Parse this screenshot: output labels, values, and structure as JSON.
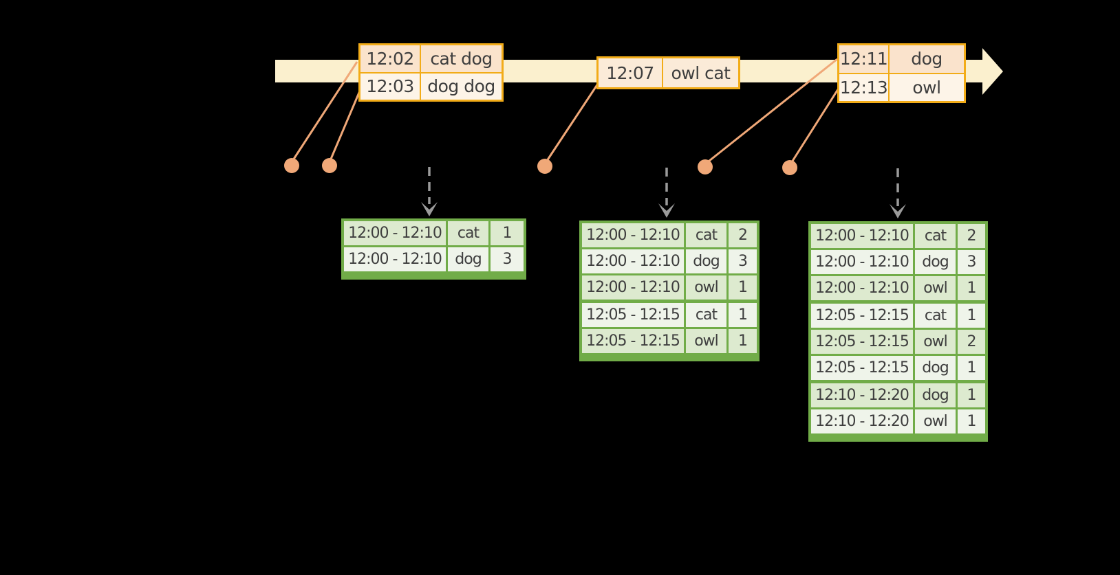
{
  "palette": {
    "background": "#000000",
    "timeline-fill": "#FBF0CE",
    "event-border": "#F2AC18",
    "event-row-peach": "#FAE3CC",
    "event-row-mid": "#FBEBD8",
    "event-row-cream": "#FDF4E8",
    "connector-orange": "#F0A878",
    "arrow-gray": "#9B9B9B",
    "result-border": "#71AC48",
    "result-row-dark": "#DDEACF",
    "result-row-light": "#EFF4EA",
    "text": "#3E3E3E"
  },
  "icons": {
    "timeline_arrowhead": "right-arrow",
    "trigger_arrow": "dashed-down-arrow",
    "event_marker": "dot"
  },
  "event_tables": [
    {
      "rows": [
        {
          "time": "12:02",
          "words": "cat dog"
        },
        {
          "time": "12:03",
          "words": "dog dog"
        }
      ]
    },
    {
      "rows": [
        {
          "time": "12:07",
          "words": "owl cat"
        }
      ]
    },
    {
      "rows": [
        {
          "time": "12:11",
          "words": "dog"
        },
        {
          "time": "12:13",
          "words": "owl"
        }
      ]
    }
  ],
  "result_tables": [
    {
      "rows": [
        {
          "window": "12:00 - 12:10",
          "word": "cat",
          "count": "1"
        },
        {
          "window": "12:00 - 12:10",
          "word": "dog",
          "count": "3"
        }
      ]
    },
    {
      "rows": [
        {
          "window": "12:00 - 12:10",
          "word": "cat",
          "count": "2"
        },
        {
          "window": "12:00 - 12:10",
          "word": "dog",
          "count": "3"
        },
        {
          "window": "12:00 - 12:10",
          "word": "owl",
          "count": "1"
        },
        {
          "window": "12:05 - 12:15",
          "word": "cat",
          "count": "1"
        },
        {
          "window": "12:05 - 12:15",
          "word": "owl",
          "count": "1"
        }
      ]
    },
    {
      "rows": [
        {
          "window": "12:00 - 12:10",
          "word": "cat",
          "count": "2"
        },
        {
          "window": "12:00 - 12:10",
          "word": "dog",
          "count": "3"
        },
        {
          "window": "12:00 - 12:10",
          "word": "owl",
          "count": "1"
        },
        {
          "window": "12:05 - 12:15",
          "word": "cat",
          "count": "1"
        },
        {
          "window": "12:05 - 12:15",
          "word": "owl",
          "count": "2"
        },
        {
          "window": "12:05 - 12:15",
          "word": "dog",
          "count": "1"
        },
        {
          "window": "12:10 - 12:20",
          "word": "dog",
          "count": "1"
        },
        {
          "window": "12:10 - 12:20",
          "word": "owl",
          "count": "1"
        }
      ]
    }
  ]
}
